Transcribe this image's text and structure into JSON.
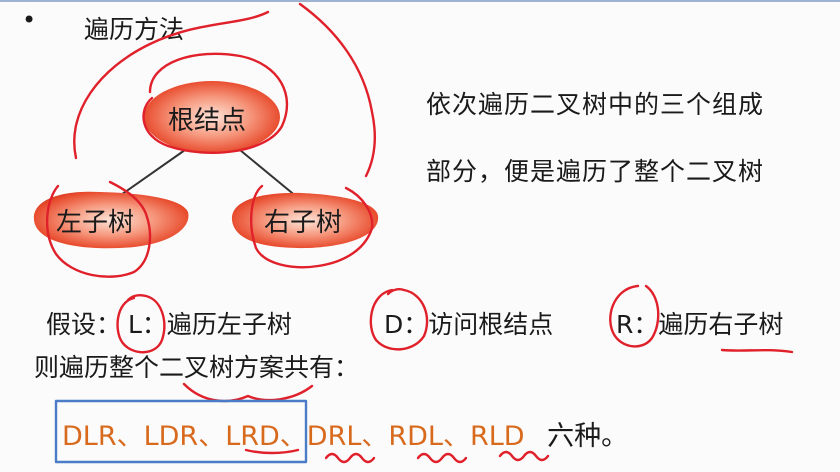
{
  "heading": "遍历方法",
  "tree": {
    "root": "根结点",
    "left": "左子树",
    "right": "右子树"
  },
  "description": {
    "line1": "依次遍历二叉树中的三个组成",
    "line2": "部分，便是遍历了整个二叉树"
  },
  "assumption": {
    "prefix": "假设：",
    "L": "L：遍历左子树",
    "D": "D：访问根结点",
    "R": "R：遍历右子树"
  },
  "total_line": "则遍历整个二叉树方案共有：",
  "orders": [
    "DLR",
    "LDR",
    "LRD",
    "DRL",
    "RDL",
    "RLD"
  ],
  "separator": "、",
  "orders_suffix": "六种。",
  "colors": {
    "node_fill": "#f0563a",
    "orders_text": "#d86a1e",
    "pen_red": "#e0202a",
    "box_blue": "#4a7cc7"
  }
}
